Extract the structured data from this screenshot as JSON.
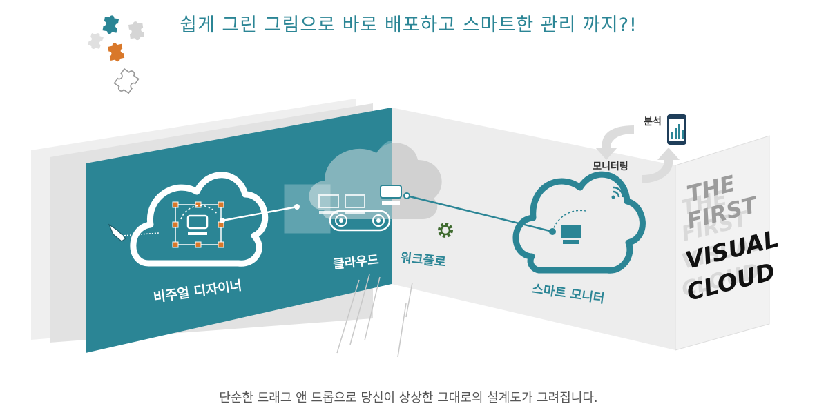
{
  "headline": "쉽게 그린 그림으로 바로 배포하고 스마트한 관리 까지?!",
  "caption": "단순한 드래그 앤 드롭으로 당신이 상상한 그대로의 설계도가 그려집니다.",
  "stages": {
    "visual_designer": "비주얼 디자이너",
    "cloud": "클라우드",
    "workflow": "워크플로",
    "smart_monitor": "스마트 모니터"
  },
  "monitor_side": {
    "monitoring": "모니터링",
    "analysis": "분석"
  },
  "slogan": {
    "line1": "THE",
    "line2": "FIRST",
    "line3": "VISUAL",
    "line4": "CLOUD"
  },
  "colors": {
    "teal": "#2b8595",
    "orange": "#d9782a",
    "grey_panel": "#ececec",
    "puzzle_grey": "#cfcfcf",
    "gear_green": "#3f6b2f"
  }
}
